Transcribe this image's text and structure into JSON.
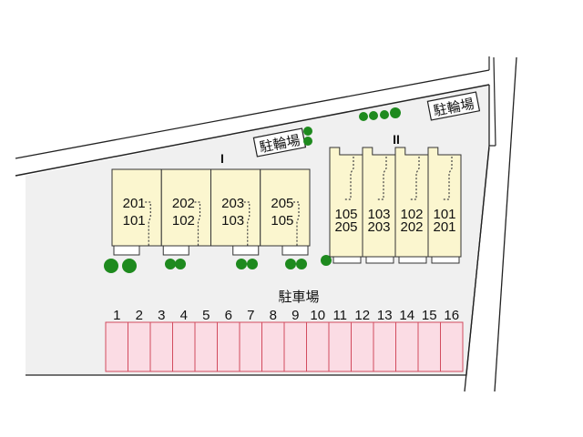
{
  "map": {
    "bicycle_parking_label": "駐輪場",
    "car_parking_label": "駐車場",
    "colors": {
      "ground": "#f0f0f0",
      "building": "#fbf6cf",
      "parking": "#fbdce4",
      "parking_border": "#d24b5e",
      "tree": "#1e8a1e"
    }
  },
  "building_1": {
    "label": "I",
    "units": [
      {
        "upper": "201",
        "lower": "101"
      },
      {
        "upper": "202",
        "lower": "102"
      },
      {
        "upper": "203",
        "lower": "103"
      },
      {
        "upper": "205",
        "lower": "105"
      }
    ]
  },
  "building_2": {
    "label": "II",
    "units": [
      {
        "upper": "105",
        "lower": "205"
      },
      {
        "upper": "103",
        "lower": "203"
      },
      {
        "upper": "102",
        "lower": "202"
      },
      {
        "upper": "101",
        "lower": "201"
      }
    ]
  },
  "parking": {
    "stalls": [
      "1",
      "2",
      "3",
      "4",
      "5",
      "6",
      "7",
      "8",
      "9",
      "10",
      "11",
      "12",
      "13",
      "14",
      "15",
      "16"
    ]
  }
}
